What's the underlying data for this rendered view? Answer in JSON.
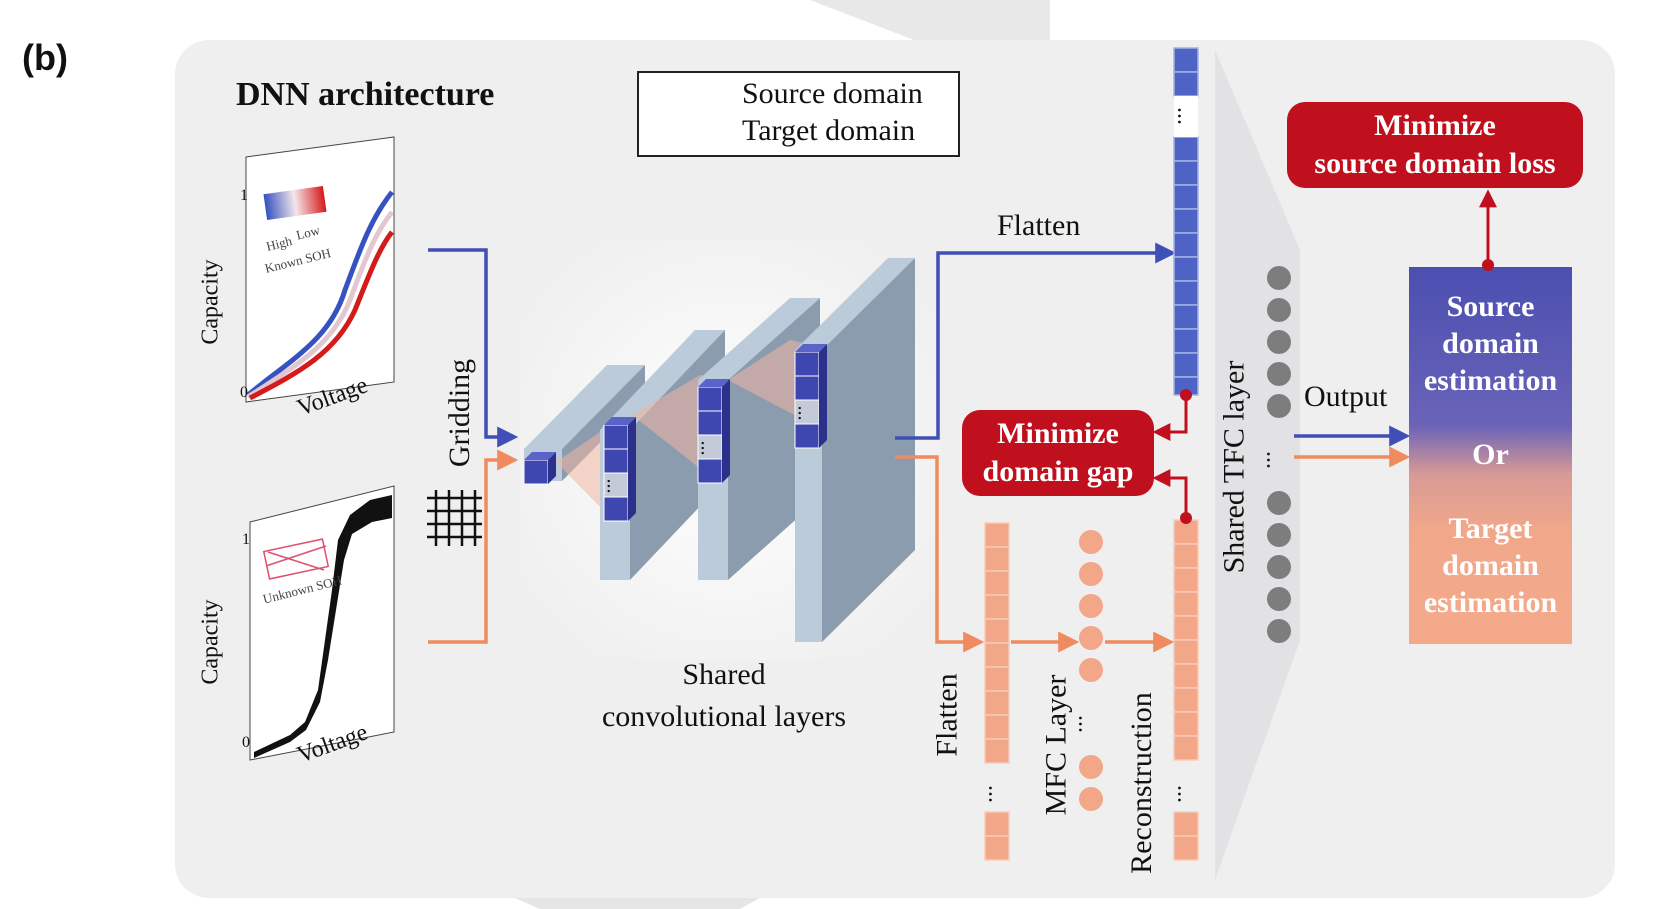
{
  "panel_label": "(b)",
  "title": "DNN architecture",
  "legend": {
    "source": {
      "label": "Source domain",
      "color": "#3f4fb5"
    },
    "target": {
      "label": "Target domain",
      "color": "#f08a5f"
    }
  },
  "input_plots": {
    "top": {
      "ylabel": "Capacity",
      "xlabel": "Voltage",
      "y_tick_top": "1",
      "y_tick_bottom": "0",
      "legend_high": "High",
      "legend_low": "Low",
      "legend_caption": "Known SOH"
    },
    "bottom": {
      "ylabel": "Capacity",
      "xlabel": "Voltage",
      "y_tick_top": "1",
      "y_tick_bottom": "0",
      "legend_caption": "Unknown SOH"
    }
  },
  "labels": {
    "gridding": "Gridding",
    "shared_conv": [
      "Shared",
      "convolutional layers"
    ],
    "flatten_top": "Flatten",
    "flatten_bottom": "Flatten",
    "mfc_layer": "MFC Layer",
    "reconstruction": "Reconstruction",
    "shared_tfc": "Shared TFC layer",
    "output": "Output",
    "ellipsis": "..."
  },
  "boxes": {
    "minimize_gap": [
      "Minimize",
      "domain gap"
    ],
    "minimize_loss": [
      "Minimize",
      "source domain loss"
    ],
    "source_estimation": [
      "Source",
      "domain",
      "estimation"
    ],
    "or": "Or",
    "target_estimation": [
      "Target",
      "domain",
      "estimation"
    ]
  },
  "colors": {
    "panel_bg": "#efefef",
    "conv_front": "#bccbd9",
    "conv_side": "#8c9caf",
    "cube_blue": "#3e46b0",
    "salmon": "#f2a789",
    "red_box": "#c0101e",
    "node_gray": "#7d7d7d"
  }
}
